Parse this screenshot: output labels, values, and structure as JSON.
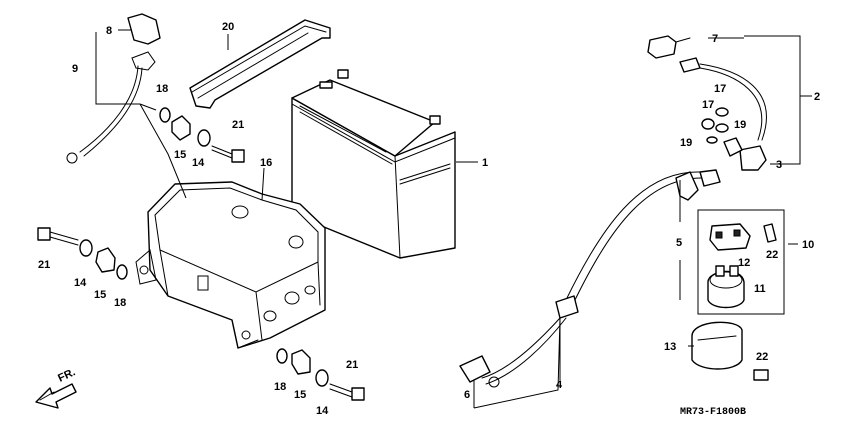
{
  "callouts": {
    "c1": "1",
    "c2": "2",
    "c3": "3",
    "c4": "4",
    "c5": "5",
    "c6": "6",
    "c7": "7",
    "c8": "8",
    "c9": "9",
    "c10": "10",
    "c11": "11",
    "c12": "12",
    "c13": "13",
    "c14a": "14",
    "c14b": "14",
    "c14c": "14",
    "c15a": "15",
    "c15b": "15",
    "c15c": "15",
    "c16": "16",
    "c17a": "17",
    "c17b": "17",
    "c18a": "18",
    "c18b": "18",
    "c18c": "18",
    "c19a": "19",
    "c19b": "19",
    "c20": "20",
    "c21a": "21",
    "c21b": "21",
    "c21c": "21",
    "c22a": "22",
    "c22b": "22"
  },
  "direction_label": "FR.",
  "diagram_code": "MR73-F1800B"
}
